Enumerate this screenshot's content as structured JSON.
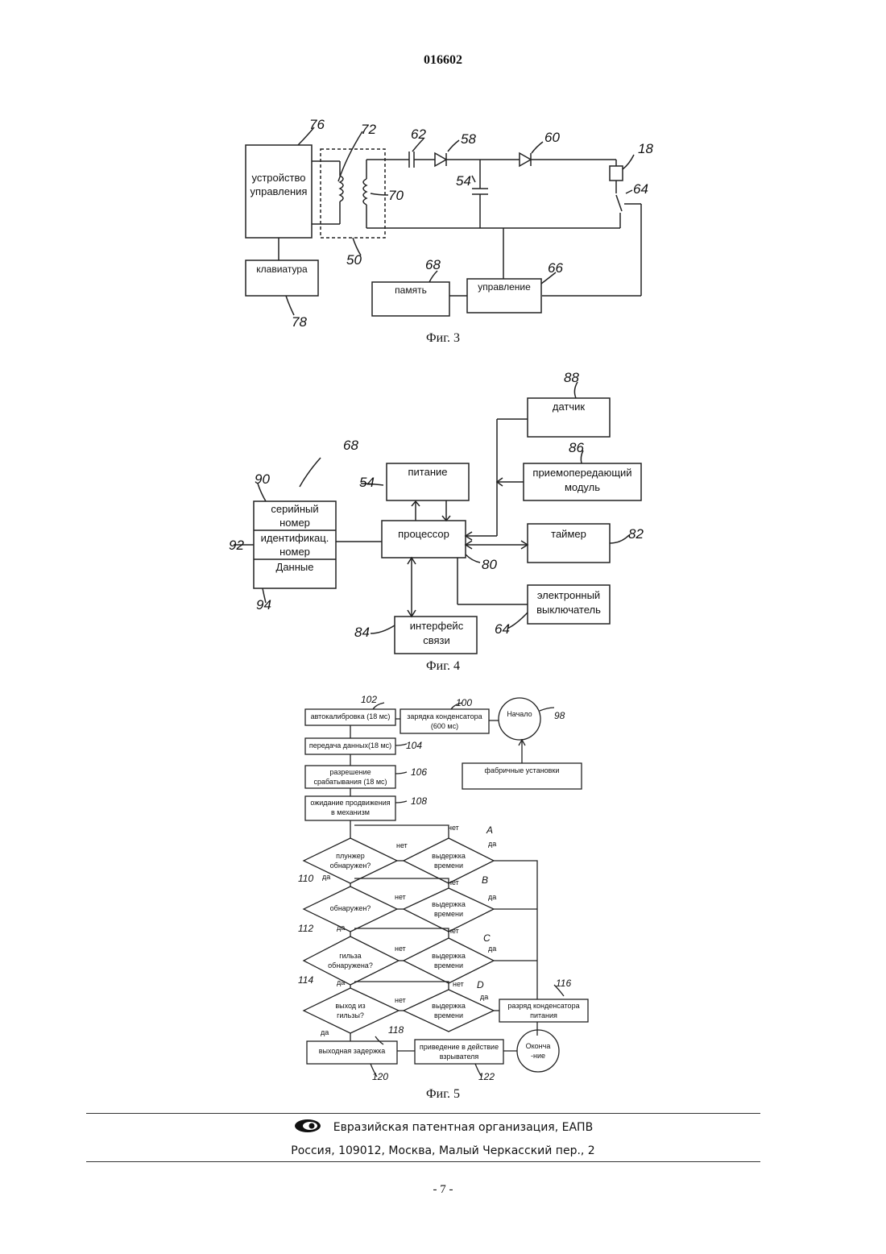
{
  "header": {
    "document_number": "016602"
  },
  "fig3": {
    "caption": "Фиг. 3",
    "blocks": {
      "control_device": "устройство управления",
      "keyboard": "клавиатура",
      "memory": "память",
      "control": "управление"
    },
    "refs": [
      "76",
      "72",
      "70",
      "62",
      "58",
      "60",
      "54",
      "18",
      "64",
      "50",
      "68",
      "66",
      "78"
    ]
  },
  "fig4": {
    "caption": "Фиг. 4",
    "blocks": {
      "sensor": "датчик",
      "transceiver": "приемопередающий модуль",
      "power": "питание",
      "processor": "процессор",
      "timer": "таймер",
      "electronic_switch": "электронный выключатель",
      "comm_interface": "интерфейс связи",
      "serial_number": "серийный номер",
      "id_number": "идентификац. номер",
      "data": "Данные"
    },
    "refs": [
      "88",
      "86",
      "68",
      "90",
      "54",
      "92",
      "80",
      "82",
      "94",
      "84",
      "64"
    ]
  },
  "fig5": {
    "caption": "Фиг. 5",
    "steps": {
      "start": "Начало",
      "factory": "фабричные установки",
      "charge": "зарядка конденсатора (600 мс)",
      "autocal": "автокалибровка (18 мс)",
      "transfer": "передача данных(18 мс)",
      "permit": "разрешение срабатывания (18 мс)",
      "wait": "ожидание продвижения в механизм",
      "plunger": "плунжер обнаружен?",
      "detected": "обнаружен?",
      "sleeve": "гильза обнаружена?",
      "exit": "выход из гильзы?",
      "timeout": "выдержка времени",
      "discharge": "разряд конденсатора питания",
      "out_delay": "выходная задержка",
      "actuate": "приведение в действие взрывателя",
      "end": "Оконча -ние"
    },
    "labels": {
      "yes": "да",
      "no": "нет"
    },
    "branches": [
      "A",
      "B",
      "C",
      "D"
    ],
    "refs": [
      "102",
      "100",
      "98",
      "104",
      "106",
      "108",
      "110",
      "112",
      "114",
      "116",
      "118",
      "120",
      "122"
    ]
  },
  "footer": {
    "organization": "Евразийская патентная организация, ЕАПВ",
    "address": "Россия, 109012, Москва, Малый Черкасский пер., 2",
    "page_number": "- 7 -"
  }
}
